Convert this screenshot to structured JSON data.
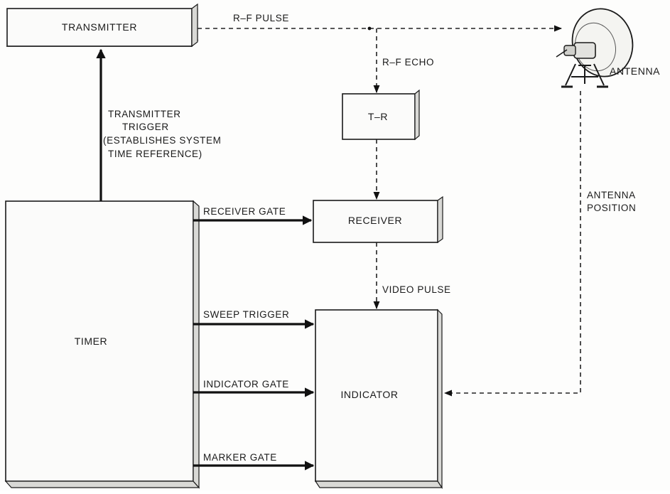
{
  "blocks": {
    "transmitter": "TRANSMITTER",
    "tr": "T–R",
    "receiver": "RECEIVER",
    "timer": "TIMER",
    "indicator": "INDICATOR",
    "antenna": "ANTENNA"
  },
  "signals": {
    "rf_pulse": "R–F PULSE",
    "rf_echo": "R–F ECHO",
    "transmitter_trigger": [
      "TRANSMITTER",
      "TRIGGER",
      "(ESTABLISHES SYSTEM",
      "TIME REFERENCE)"
    ],
    "receiver_gate": "RECEIVER GATE",
    "video_pulse": "VIDEO PULSE",
    "sweep_trigger": "SWEEP TRIGGER",
    "indicator_gate": "INDICATOR GATE",
    "marker_gate": "MARKER GATE",
    "antenna_position": [
      "ANTENNA",
      "POSITION"
    ]
  }
}
